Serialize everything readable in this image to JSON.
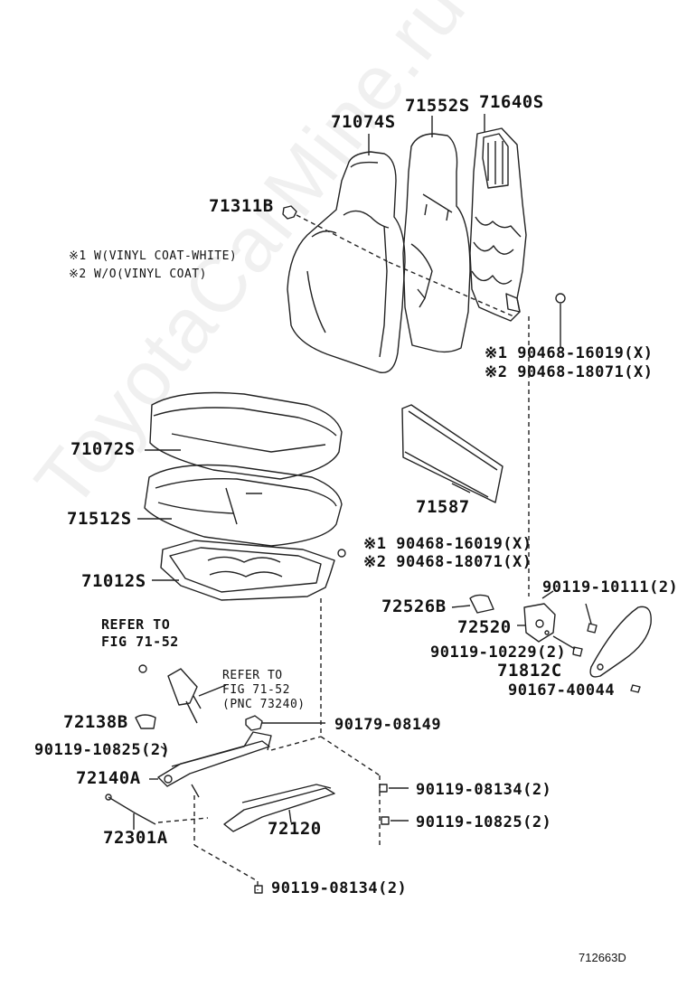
{
  "diagram": {
    "watermark": "ToyotaCarMine.ru",
    "notes": {
      "note1": "※1 W(VINYL COAT-WHITE)",
      "note2": "※2 W/O(VINYL COAT)"
    },
    "parts": {
      "p71640S": "71640S",
      "p71552S": "71552S",
      "p71074S": "71074S",
      "p71311B": "71311B",
      "p71072S": "71072S",
      "p71587": "71587",
      "p71512S": "71512S",
      "p71012S": "71012S",
      "p72526B": "72526B",
      "p72520": "72520",
      "p71812C": "71812C",
      "p72138B": "72138B",
      "p72140A": "72140A",
      "p72301A": "72301A",
      "p72120": "72120",
      "v1a": "※1 90468-16019(X)",
      "v1b": "※2 90468-18071(X)",
      "v2a": "※1 90468-16019(X)",
      "v2b": "※2 90468-18071(X)",
      "b_9011910111": "90119-10111(2)",
      "b_9011910229": "90119-10229(2)",
      "b_9016740044": "90167-40044",
      "b_9017908149": "90179-08149",
      "b_9011910825a": "90119-10825(2)",
      "b_9011908134a": "90119-08134(2)",
      "b_9011910825b": "90119-10825(2)",
      "b_9011908134b": "90119-08134(2)"
    },
    "refer1": {
      "line1": "REFER TO",
      "line2": "FIG 71-52"
    },
    "refer2": {
      "line1": "REFER TO",
      "line2": "FIG  71-52",
      "line3": "(PNC 73240)"
    },
    "figure_code": "712663D"
  }
}
